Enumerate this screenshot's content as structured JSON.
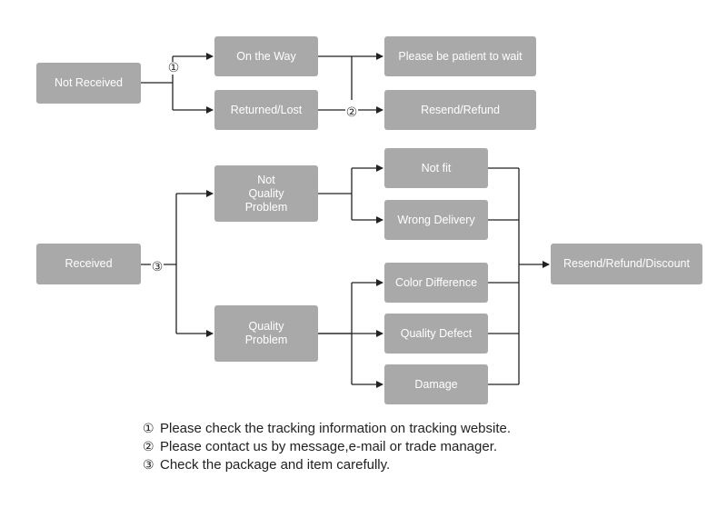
{
  "nodes": {
    "not_received": "Not Received",
    "on_the_way": "On the Way",
    "returned_lost": "Returned/Lost",
    "please_wait": "Please be patient to wait",
    "resend_refund": "Resend/Refund",
    "received": "Received",
    "not_quality_problem": [
      "Not",
      "Quality",
      "Problem"
    ],
    "quality_problem": [
      "Quality",
      "Problem"
    ],
    "not_fit": "Not fit",
    "wrong_delivery": "Wrong Delivery",
    "color_difference": "Color Difference",
    "quality_defect": "Quality Defect",
    "damage": "Damage",
    "resend_refund_discount": "Resend/Refund/Discount"
  },
  "markers": {
    "m1": "①",
    "m2": "②",
    "m3": "③"
  },
  "notes": [
    {
      "num": "①",
      "text": "Please check the tracking information on tracking website."
    },
    {
      "num": "②",
      "text": "Please contact us by message,e-mail or trade manager."
    },
    {
      "num": "③",
      "text": "Check the package and item carefully."
    }
  ],
  "colors": {
    "node_fill": "#a9a9a9",
    "node_text": "#ffffff",
    "line": "#222222"
  }
}
